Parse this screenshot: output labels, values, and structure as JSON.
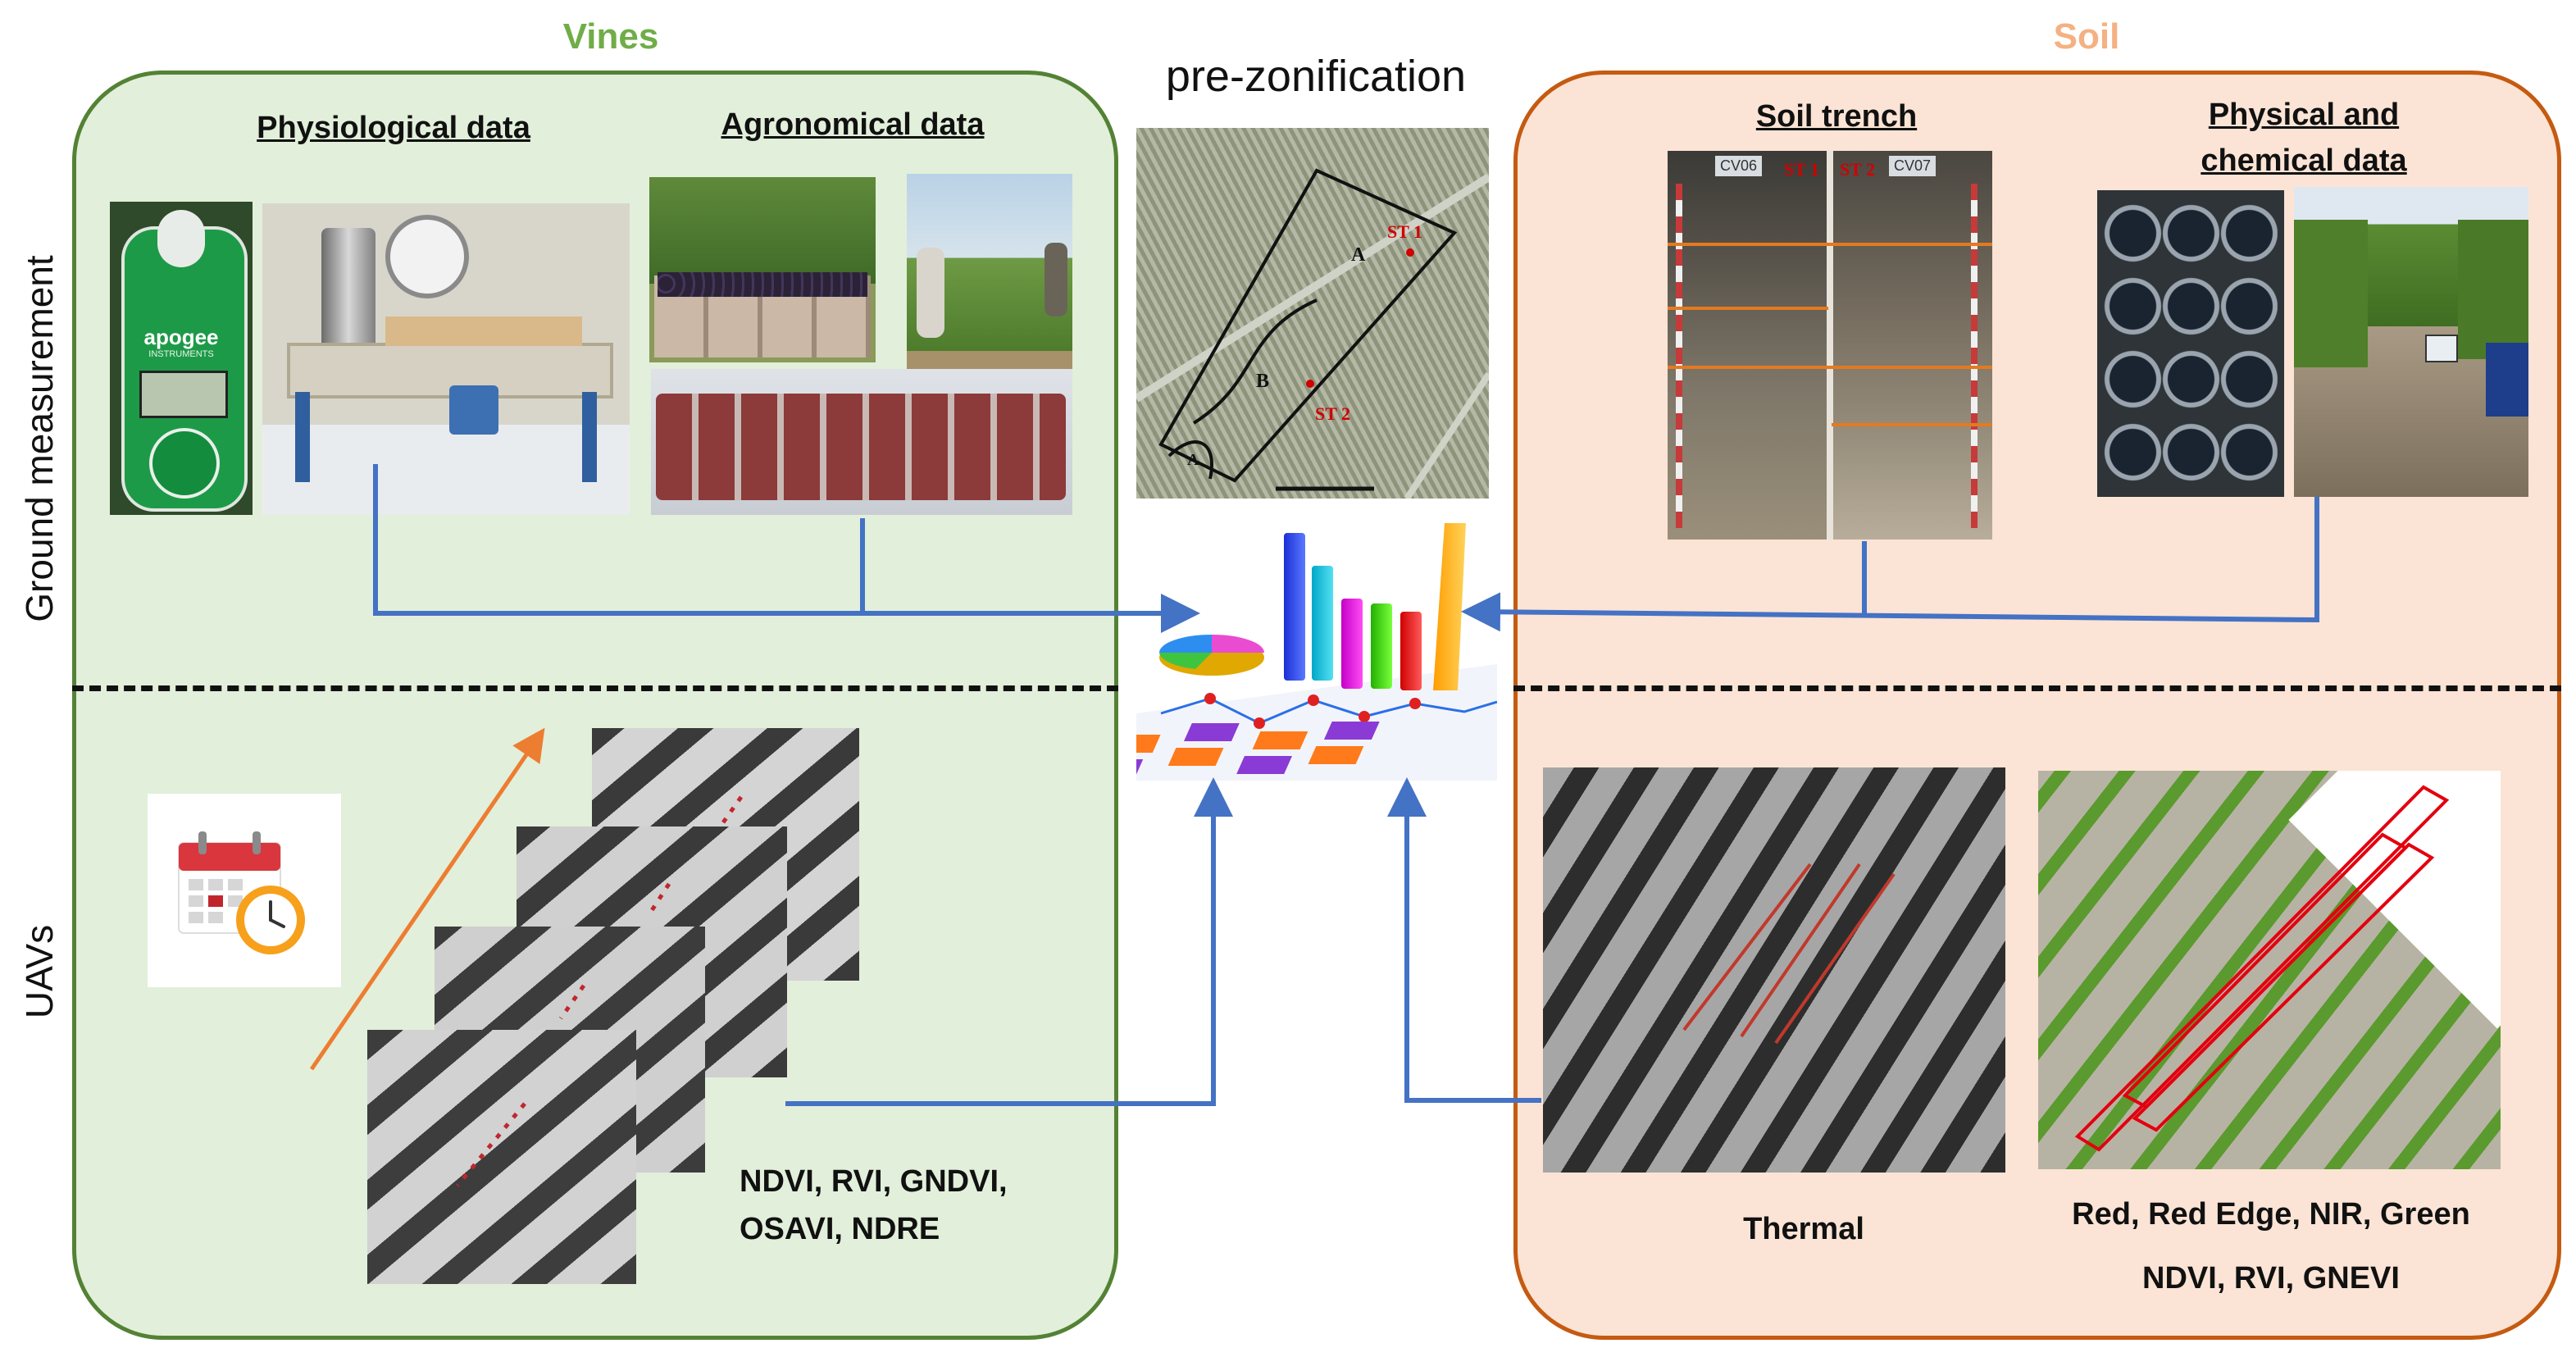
{
  "vines_panel": {
    "title": "Vines"
  },
  "soil_panel": {
    "title": "Soil"
  },
  "side_labels": {
    "ground": "Ground measurement",
    "uav": "UAVs"
  },
  "vines_sections": {
    "physiological": "Physiological data",
    "agronomical": "Agronomical data"
  },
  "soil_sections": {
    "trench": "Soil trench",
    "physical_line1": "Physical and",
    "physical_line2": "chemical data"
  },
  "center": {
    "title": "pre-zonification"
  },
  "map_labels": {
    "zone_a": "A",
    "zone_b": "B",
    "zone_a2": "A",
    "st1": "ST 1",
    "st2": "ST 2"
  },
  "trench_labels": {
    "left_tag": "CV06",
    "right_tag": "CV07",
    "st1": "ST 1",
    "st2": "ST 2"
  },
  "device": {
    "brand": "apogee",
    "sub": "INSTRUMENTS"
  },
  "uav_vines": {
    "line1": "NDVI, RVI, GNDVI,",
    "line2": "OSAVI, NDRE"
  },
  "uav_soil": {
    "thermal": "Thermal",
    "bands": "Red, Red Edge, NIR, Green",
    "indices": "NDVI, RVI, GNEVI"
  },
  "colors": {
    "vines_border": "#548235",
    "vines_fill": "#e2efda",
    "soil_border": "#c55a11",
    "soil_fill": "#fbe4d5",
    "vines_title": "#70ad47",
    "soil_title": "#f4b183",
    "arrow": "#4472c4",
    "time_arrow": "#ed7d31"
  },
  "icons": {
    "calendar": "calendar-clock-icon",
    "chart": "analytics-chart-icon"
  }
}
